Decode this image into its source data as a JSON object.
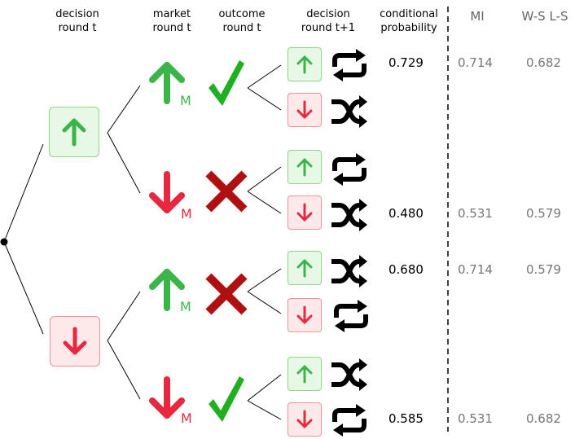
{
  "headers": {
    "decision_t": "decision\nround t",
    "market_t": "market\nround t",
    "outcome_t": "outcome\nround t",
    "decision_t1": "decision\nround t+1",
    "cond_prob": "conditional\nprobability",
    "mi": "MI",
    "wsls": "W-S L-S"
  },
  "market_subscript": "M",
  "colors": {
    "green": "#3bb54a",
    "red": "#e8283f",
    "dark_red": "#b01010",
    "gray": "#777777"
  },
  "rows": [
    {
      "cond_prob": "0.729",
      "mi": "0.714",
      "wsls": "0.682"
    },
    {
      "cond_prob": "0.480",
      "mi": "0.531",
      "wsls": "0.579"
    },
    {
      "cond_prob": "0.680",
      "mi": "0.714",
      "wsls": "0.579"
    },
    {
      "cond_prob": "0.585",
      "mi": "0.531",
      "wsls": "0.682"
    }
  ],
  "icons": {
    "up_arrow": "up-arrow-icon",
    "down_arrow": "down-arrow-icon",
    "check": "check-icon",
    "cross": "cross-icon",
    "repeat": "repeat-icon",
    "shuffle": "shuffle-icon"
  }
}
